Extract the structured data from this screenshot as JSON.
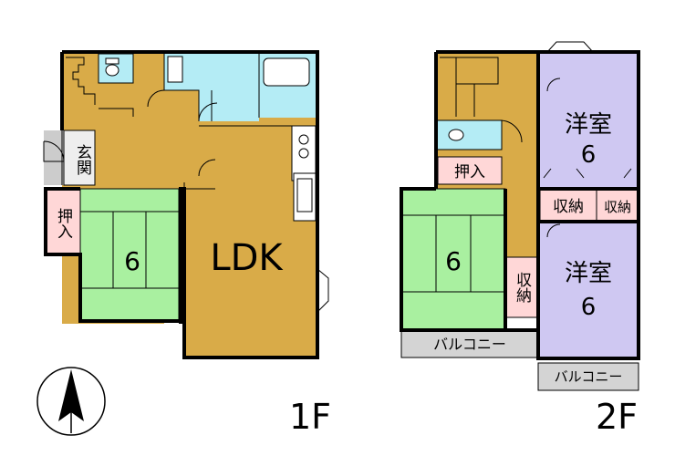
{
  "floor1": {
    "label": "1F",
    "entrance": "玄関",
    "closet": "押入",
    "tatami_room": "6",
    "ldk": "LDK"
  },
  "floor2": {
    "label": "2F",
    "closet": "押入",
    "tatami_room": "6",
    "western_room_1": {
      "name": "洋室",
      "size": "6"
    },
    "western_room_2": {
      "name": "洋室",
      "size": "6"
    },
    "storage_a": "収納",
    "storage_b": "収納",
    "storage_c": "収納",
    "balcony_1": "バルコニー",
    "balcony_2": "バルコニー"
  },
  "colors": {
    "floor": "#d9ab48",
    "tatami": "#a9f0a0",
    "wet": "#b4ecf5",
    "western": "#cfc8f2",
    "closet": "#ffd7d7",
    "balcony": "#d4d4d4",
    "entry": "#cccccc"
  }
}
